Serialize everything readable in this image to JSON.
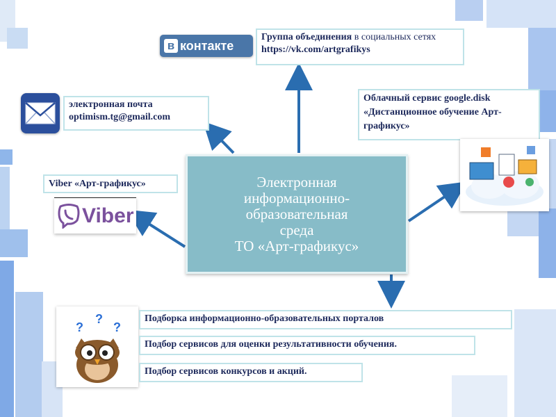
{
  "center": {
    "title_lines": [
      "Электронная",
      "информационно-",
      "образовательная",
      "среда",
      "ТО «Арт-графикус»"
    ]
  },
  "vk": {
    "logo_letter": "в",
    "logo_text": "контакте",
    "label_bold": "Группа объединения",
    "label_rest": " в социальных сетях ",
    "url": "https://vk.com/artgrafikys"
  },
  "email": {
    "line1": "электронная почта",
    "address": "optimism.tg@gmail.com"
  },
  "cloud": {
    "line1": "Облачный сервис google.disk",
    "line2": "«Дистанционное обучение Арт-",
    "line3": "графикус»"
  },
  "viber": {
    "label": "Viber «Арт-графикус»",
    "logo_text": "Viber"
  },
  "portals": [
    "Подборка информационно-образовательных порталов",
    "Подбор сервисов для оценки результативности обучения.",
    "Подбор сервисов конкурсов и акций."
  ],
  "owl": {
    "marks": [
      "?",
      "?",
      "?"
    ]
  },
  "colors": {
    "arrow": "#2a6db0",
    "center_fill": "#87bcc8",
    "box_border": "#bfe3e8",
    "text": "#1e2a5c",
    "vk_blue": "#4a76a8",
    "viber_purple": "#7b519d"
  }
}
